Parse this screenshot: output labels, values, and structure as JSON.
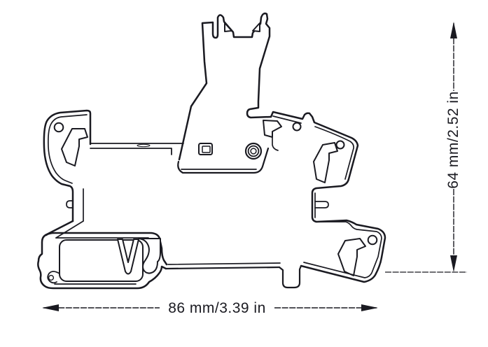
{
  "figure": {
    "type": "technical drawing",
    "subject": "Relay module side profile with DIN-rail mounting foot",
    "background_color": "#ffffff",
    "line_color": "#1a1a21"
  },
  "dimensions": {
    "width": {
      "label": "86 mm/3.39 in",
      "orientation": "horizontal",
      "position": "bottom"
    },
    "height": {
      "label": "64 mm/2.52 in",
      "orientation": "vertical",
      "position": "right"
    }
  }
}
